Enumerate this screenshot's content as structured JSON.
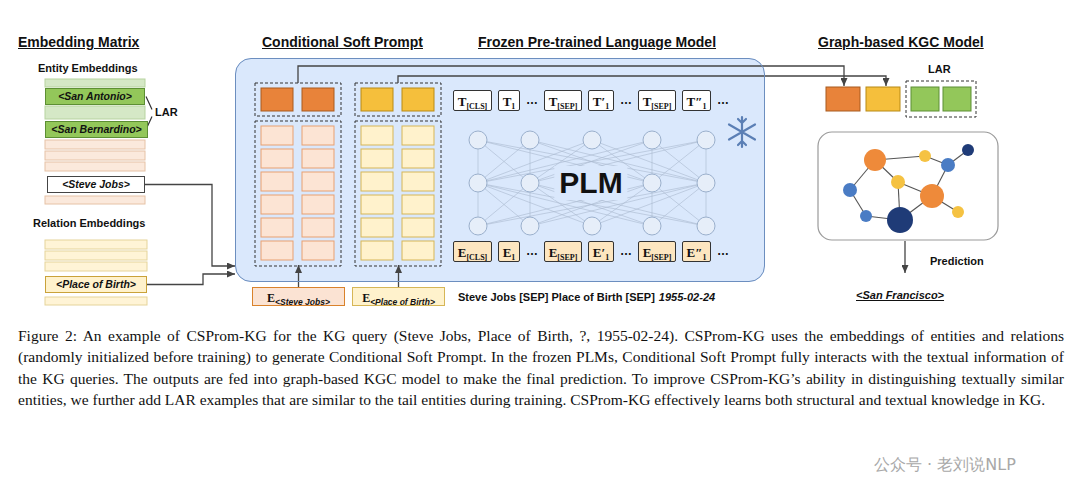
{
  "diagram": {
    "caption": "Figure 2: An example of CSProm-KG for the KG query (Steve Jobs, Place of Birth, ?, 1955-02-24). CSProm-KG uses the embeddings of entities and relations (randomly initialized before training) to generate Conditional Soft Prompt. In the frozen PLMs, Conditional Soft Prompt fully interacts with the textual information of the KG queries. The outputs are fed into graph-based KGC model to make the final prediction. To improve CSProm-KG’s ability in distinguishing textually similar entities, we further add LAR examples that are similar to the tail entities during training. CSProm-KG effectively learns both structural and textual knowledge in KG.",
    "nodes": [
      {
        "text": [
          "<San Antonio>"
        ]
      },
      {
        "text": [
          "<San Bernardino>"
        ]
      },
      {
        "text": [
          "<Steve Jobs>"
        ]
      },
      {
        "text": [
          "<Place of Birth>"
        ]
      },
      {
        "text": [
          "PLM"
        ]
      },
      {
        "text": [
          "T",
          "[CLS]"
        ],
        "in": 4
      },
      {
        "text": [
          "T",
          "1"
        ],
        "in": 4
      },
      {
        "text": [
          "T",
          "[SEP]"
        ],
        "in": 4
      },
      {
        "text": [
          "T′",
          "1"
        ],
        "in": 4
      },
      {
        "text": [
          "T",
          "[SEP]"
        ],
        "in": 4
      },
      {
        "text": [
          "T″",
          "1"
        ],
        "in": 4
      },
      {
        "text": [
          "E",
          "[CLS]"
        ],
        "in": 4
      },
      {
        "text": [
          "E",
          "1"
        ],
        "in": 4
      },
      {
        "text": [
          "E",
          "[SEP]"
        ],
        "in": 4
      },
      {
        "text": [
          "E′",
          "1"
        ],
        "in": 4
      },
      {
        "text": [
          "E",
          "[SEP]"
        ],
        "in": 4
      },
      {
        "text": [
          "E″",
          "1"
        ],
        "in": 4
      },
      {
        "text": [
          "E",
          "<Steve Jobs>"
        ]
      },
      {
        "text": [
          "E",
          "<Place of Birth>"
        ]
      }
    ],
    "edges": [
      {
        "from": 2,
        "to": 4,
        "arrow": "to"
      },
      {
        "from": 3,
        "to": 4,
        "arrow": "to"
      },
      {
        "from": 17,
        "to": 4,
        "arrow": "to"
      },
      {
        "from": 18,
        "to": 4,
        "arrow": "to"
      }
    ],
    "labels": [
      "Embedding Matrix",
      "Conditional Soft Prompt",
      "Frozen Pre-trained Language Model",
      "Graph-based KGC Model",
      "Entity Embeddings",
      "LAR",
      "Relation Embeddings",
      "…",
      "…",
      "…",
      "…",
      "…",
      "…",
      "Steve Jobs [SEP] Place of Birth [SEP]",
      "1955-02-24",
      "LAR",
      "Prediction",
      "<San Francisco>",
      "公众号 · 老刘说NLP"
    ]
  }
}
